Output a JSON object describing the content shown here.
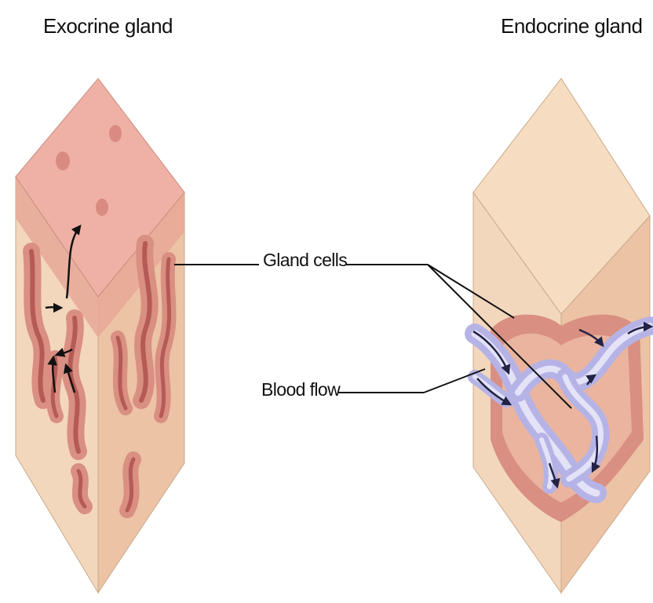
{
  "titles": {
    "exocrine": "Exocrine gland",
    "endocrine": "Endocrine gland"
  },
  "labels": {
    "gland_cells": "Gland cells",
    "blood_flow": "Blood flow"
  },
  "colors": {
    "epithelium_top": "#eeb0a3",
    "tissue_light": "#f3d6b8",
    "tissue_face": "#edc4a4",
    "gland_tissue": "#d98f82",
    "gland_dark": "#b55a55",
    "endocrine_top": "#f6dcc0",
    "vessel": "#b5b3e6",
    "vessel_light": "#e4e2f7",
    "line": "#111111"
  }
}
